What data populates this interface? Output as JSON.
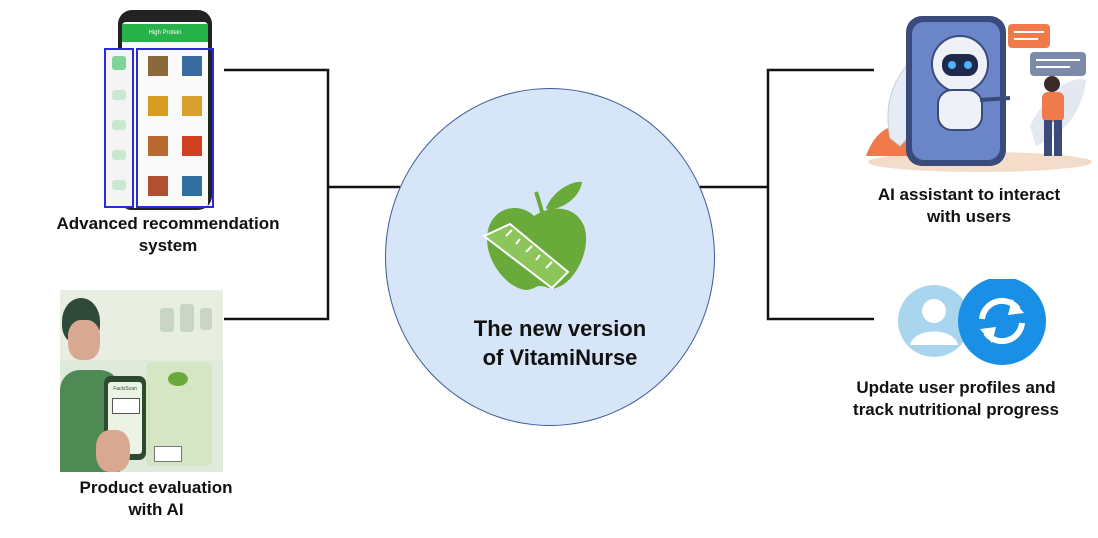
{
  "center": {
    "title_line1": "The new version",
    "title_line2": "of VitamiNurse",
    "icon": "apple-measuring-tape-icon",
    "fill_color": "#d6e6f8",
    "accent_color": "#6aaa3a"
  },
  "nodes": [
    {
      "label_line1": "Advanced recommendation",
      "label_line2": "system",
      "icon": "phone-app-screenshot"
    },
    {
      "label_line1": "Product evaluation",
      "label_line2": "with AI",
      "icon": "phone-scan-illustration"
    },
    {
      "label_line1": "AI assistant to interact",
      "label_line2": "with users",
      "icon": "robot-assistant-illustration"
    },
    {
      "label_line1": "Update user profiles and",
      "label_line2": "track nutritional progress",
      "icon": "user-sync-icon"
    }
  ],
  "phone_app": {
    "header_title": "High Protein"
  },
  "scan_app": {
    "brand": "FactsScan"
  }
}
